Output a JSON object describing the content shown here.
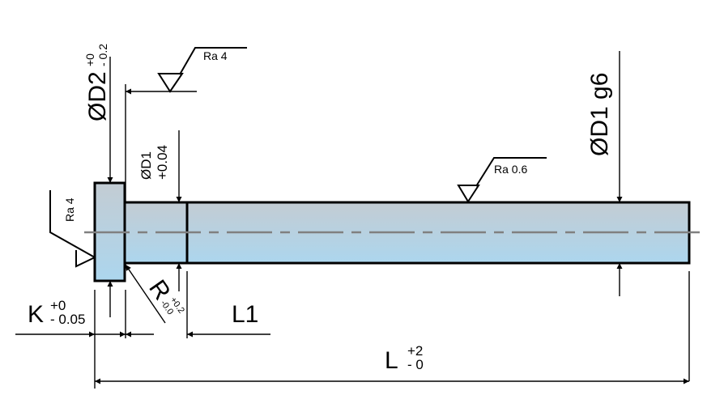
{
  "drawing": {
    "title": "Ejector pin technical drawing",
    "part_fill_top": "#c3ccd3",
    "part_fill_bottom": "#acd6ee",
    "centerline_color": "#808080"
  },
  "dimensions": {
    "d2": {
      "symbol": "ØD2",
      "tol_upper": "+0",
      "tol_lower": "- 0.2"
    },
    "d1_step": {
      "line1": "ØD1",
      "line2": "+0.04"
    },
    "d1_main": {
      "label": "ØD1 g6"
    },
    "k": {
      "symbol": "K",
      "tol_upper": "+0",
      "tol_lower": "- 0.05"
    },
    "r": {
      "symbol": "R",
      "tol_upper": "+0.2",
      "tol_lower": "-0.0"
    },
    "l1": {
      "label": "L1"
    },
    "l": {
      "symbol": "L",
      "tol_upper": "+2",
      "tol_lower": "- 0"
    }
  },
  "surface_finish": [
    {
      "id": "head-back",
      "label": "Ra 4"
    },
    {
      "id": "head-face",
      "label": "Ra 4"
    },
    {
      "id": "shaft",
      "label": "Ra 0.6"
    }
  ]
}
